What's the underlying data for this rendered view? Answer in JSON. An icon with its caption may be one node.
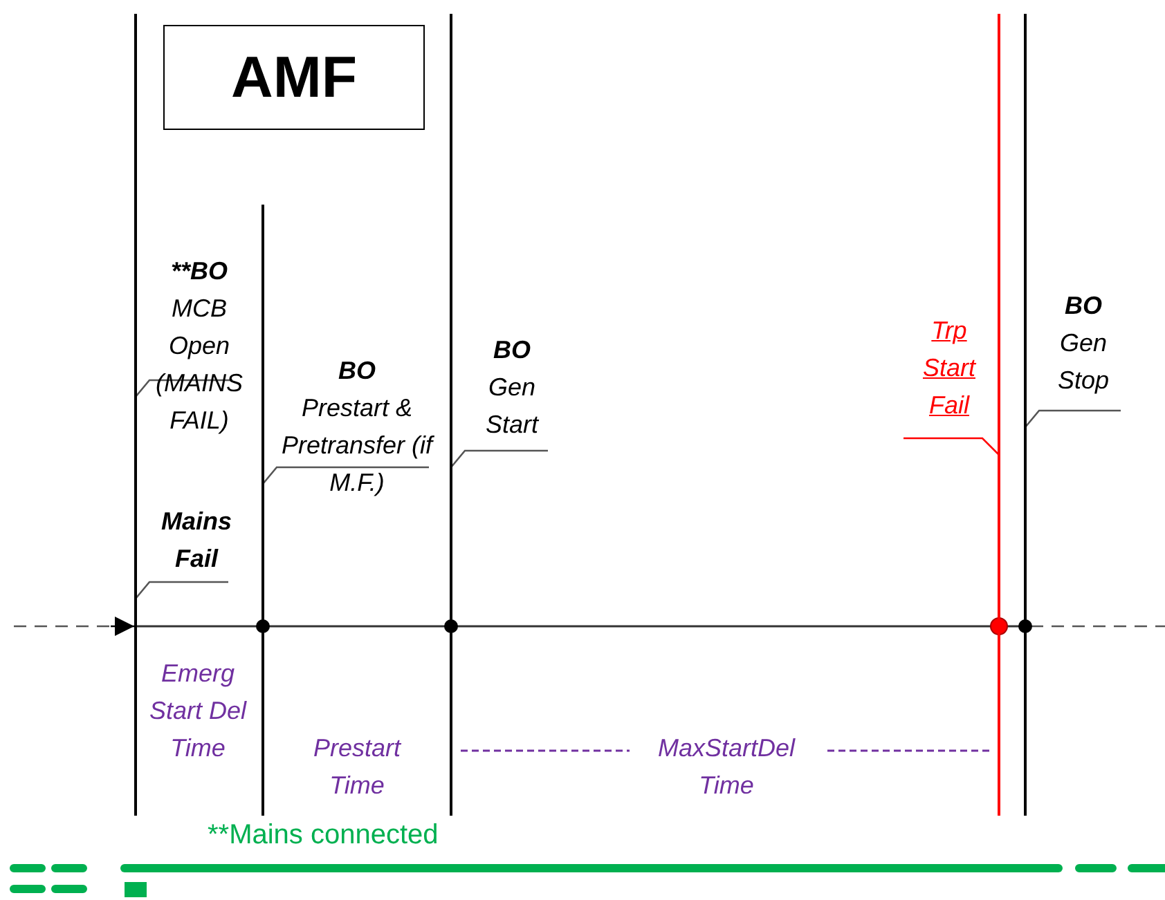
{
  "diagram": {
    "nodes": [
      {
        "text": [
          "AMF"
        ]
      },
      {
        "text": [
          "**BO",
          "MCB Open (MAINS FAIL)"
        ]
      },
      {
        "text": [
          "Mains Fail"
        ]
      },
      {
        "text": [
          "BO",
          "Prestart & Pretransfer (if M.F.)"
        ]
      },
      {
        "text": [
          "BO",
          "Gen Start"
        ]
      },
      {
        "text": [
          "Trp Start Fail"
        ]
      },
      {
        "text": [
          "BO",
          "Gen Stop"
        ]
      },
      {
        "text": [],
        "shape": "line"
      },
      {
        "text": [],
        "shape": "line"
      },
      {
        "text": [],
        "shape": "line"
      },
      {
        "text": [],
        "shape": "line"
      },
      {
        "text": [],
        "shape": "line"
      }
    ],
    "edges": [
      {
        "from": 1,
        "to": 7,
        "arrow": "none"
      },
      {
        "from": 2,
        "to": 7,
        "arrow": "none"
      },
      {
        "from": 3,
        "to": 8,
        "arrow": "none"
      },
      {
        "from": 4,
        "to": 9,
        "arrow": "none"
      },
      {
        "from": 5,
        "to": 10,
        "arrow": "none",
        "color": "#ff0000"
      },
      {
        "from": 6,
        "to": 11,
        "arrow": "none"
      }
    ],
    "labels": [
      "Emerg Start Del Time",
      "Prestart Time",
      "MaxStartDel Time",
      "**Mains connected"
    ]
  }
}
